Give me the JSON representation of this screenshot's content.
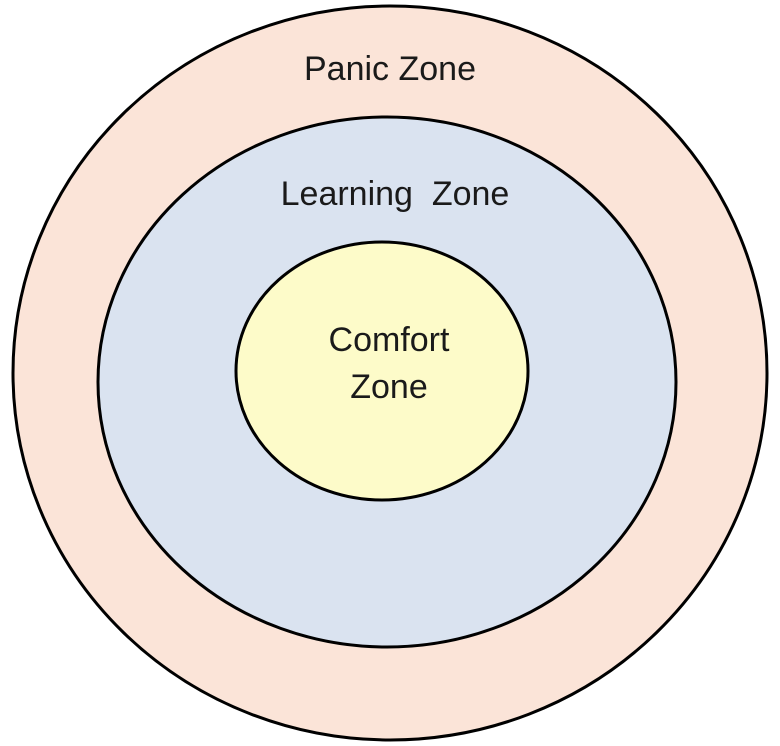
{
  "diagram": {
    "zones": [
      {
        "id": "panic",
        "label": "Panic Zone",
        "fill": "#fbe4d8"
      },
      {
        "id": "learning",
        "label": "Learning  Zone",
        "fill": "#dae3f0"
      },
      {
        "id": "comfort",
        "label_lines": [
          "Comfort",
          "Zone"
        ],
        "fill": "#fdfbc9"
      }
    ],
    "outline_color": "#000000"
  }
}
